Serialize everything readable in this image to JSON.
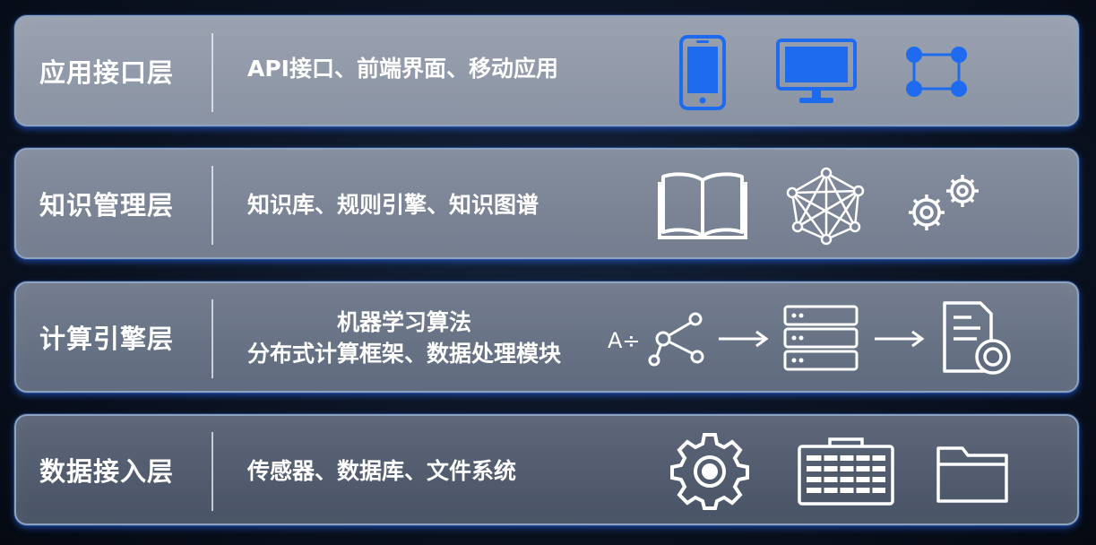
{
  "layers": [
    {
      "name": "应用接口层",
      "description": "API接口、前端界面、移动应用",
      "icons": [
        "mobile-phone-icon",
        "monitor-icon",
        "node-square-icon"
      ]
    },
    {
      "name": "知识管理层",
      "description": "知识库、规则引擎、知识图谱",
      "icons": [
        "open-book-icon",
        "knowledge-graph-icon",
        "gears-icon"
      ]
    },
    {
      "name": "计算引擎层",
      "description_lines": [
        "机器学习算法",
        "分布式计算框架、数据处理模块"
      ],
      "icons": [
        "algorithm-network-icon",
        "arrow-right-icon",
        "server-stack-icon",
        "arrow-right-icon",
        "document-settings-icon"
      ],
      "icon_text": "A÷"
    },
    {
      "name": "数据接入层",
      "description": "传感器、数据库、文件系统",
      "icons": [
        "cog-icon",
        "spreadsheet-icon",
        "folder-icon"
      ]
    }
  ],
  "colors": {
    "accent_blue": "#1e6bf0",
    "icon_white": "#ffffff",
    "border_glow": "#2a6cff"
  }
}
